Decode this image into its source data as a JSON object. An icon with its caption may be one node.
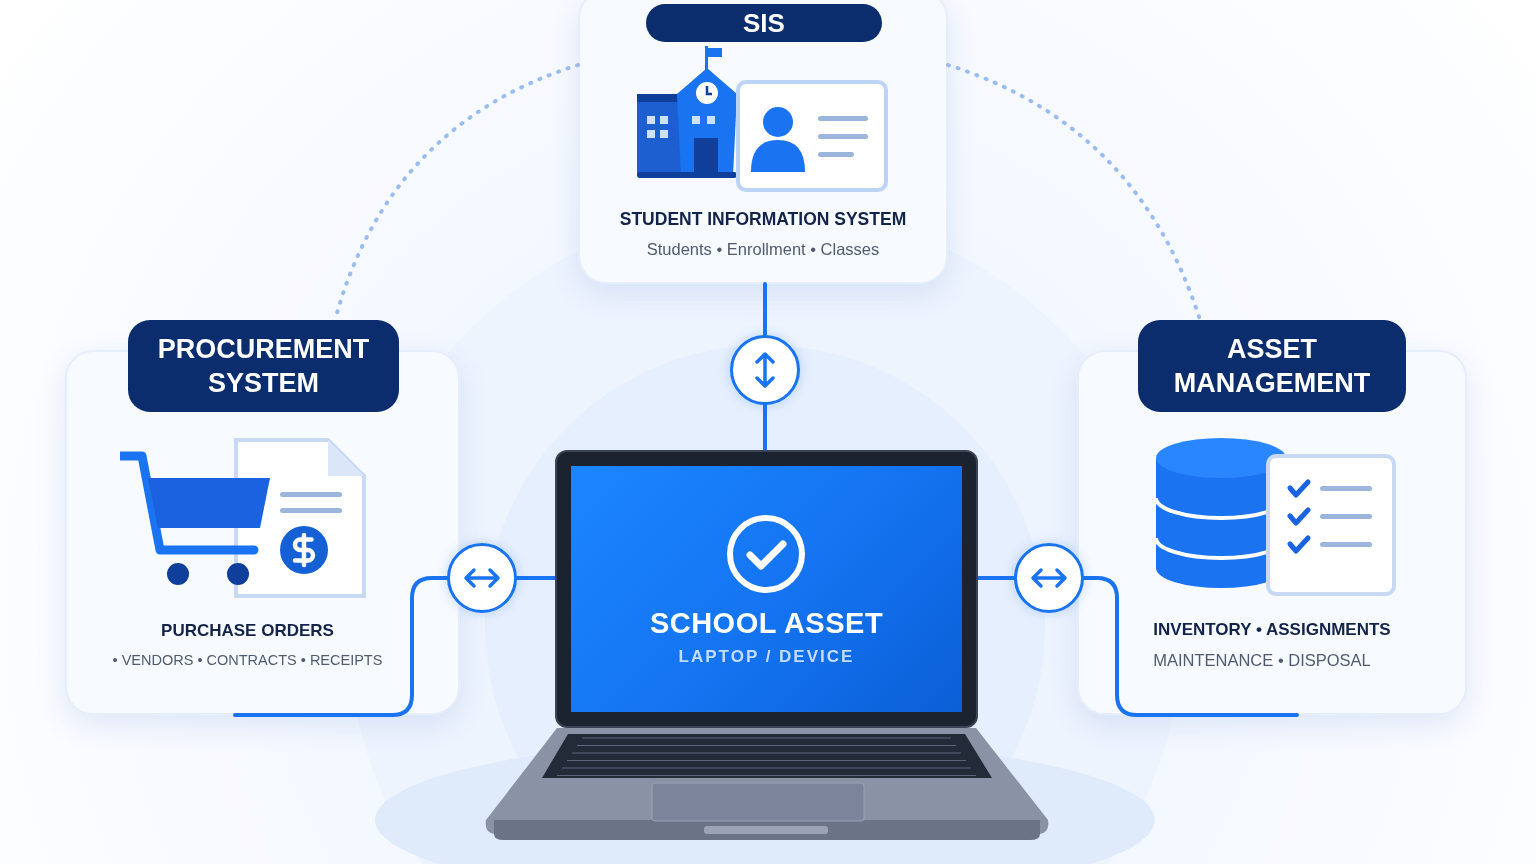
{
  "diagram": {
    "nodes": [
      {
        "text": [
          "SIS",
          "STUDENT INFORMATION SYSTEM",
          "Students • Enrollment • Classes"
        ]
      },
      {
        "text": [
          "PROCUREMENT SYSTEM",
          "PURCHASE ORDERS",
          "• VENDORS • CONTRACTS • RECEIPTS"
        ]
      },
      {
        "text": [
          "ASSET MANAGEMENT",
          "INVENTORY • ASSIGNMENTS",
          "MAINTENANCE • DISPOSAL"
        ]
      },
      {
        "text": [
          "SCHOOL ASSET",
          "LAPTOP / DEVICE"
        ]
      },
      {
        "text": [],
        "shape": "circle"
      },
      {
        "text": [],
        "shape": "circle"
      },
      {
        "text": [],
        "shape": "circle"
      }
    ],
    "edges": [
      {
        "from": 3,
        "to": 4,
        "arrow": "none"
      },
      {
        "from": 4,
        "to": 0,
        "arrow": "none"
      },
      {
        "from": 3,
        "to": 5,
        "arrow": "none"
      },
      {
        "from": 5,
        "to": 1,
        "arrow": "none"
      },
      {
        "from": 3,
        "to": 6,
        "arrow": "none"
      },
      {
        "from": 6,
        "to": 2,
        "arrow": "none"
      },
      {
        "from": 0,
        "to": 1,
        "arrow": "none",
        "style": "dashed",
        "color": "#9bbcf0"
      },
      {
        "from": 0,
        "to": 2,
        "arrow": "none",
        "style": "dashed",
        "color": "#9bbcf0"
      }
    ]
  }
}
